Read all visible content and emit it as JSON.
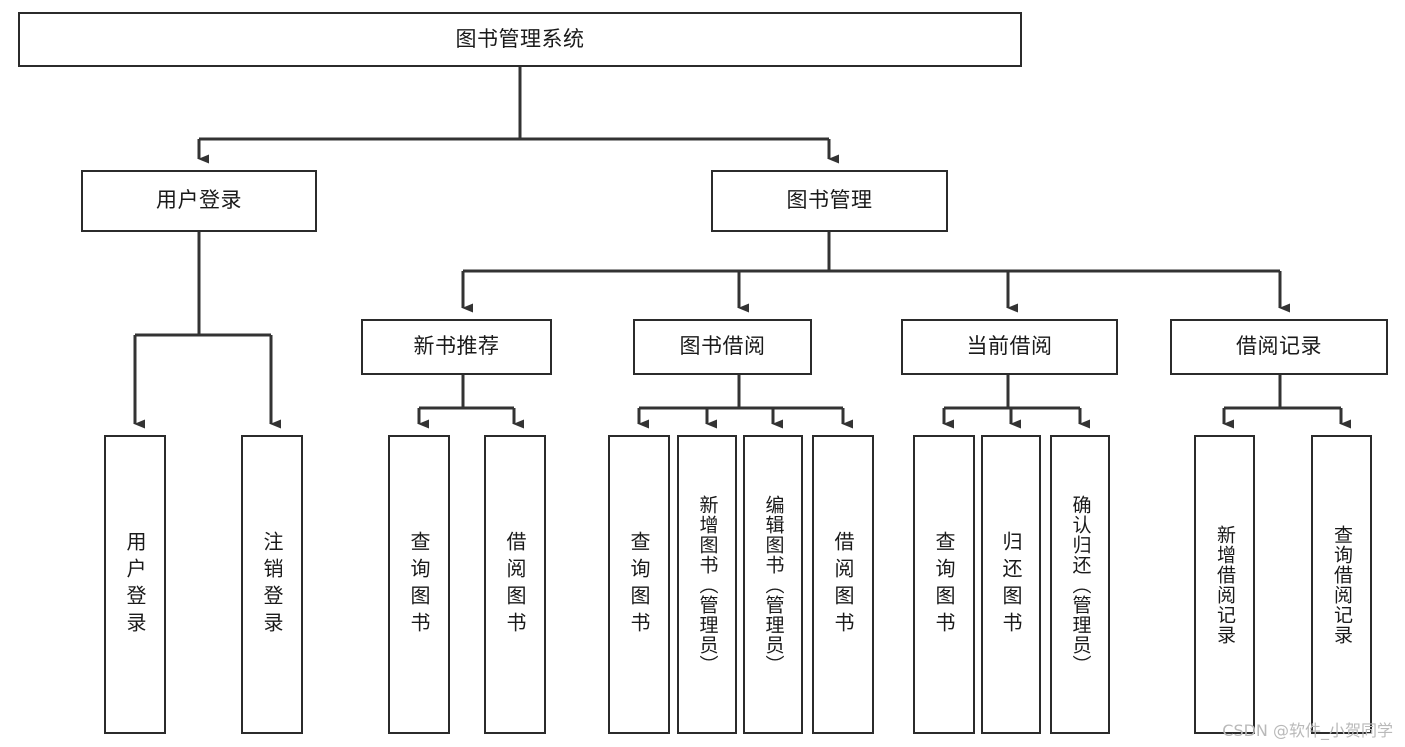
{
  "diagram": {
    "type": "tree",
    "title": "图书管理系统",
    "watermark": "CSDN @软件_小贺同学",
    "colors": {
      "box_border": "#2b2b2b",
      "box_fill": "#ffffff",
      "connector": "#333333",
      "text": "#1a1a1a",
      "watermark": "#b9b9b9"
    },
    "levels": {
      "root": {
        "label": "图书管理系统"
      },
      "level2": [
        {
          "id": "user-login",
          "label": "用户登录"
        },
        {
          "id": "book-management",
          "label": "图书管理"
        }
      ],
      "level3": [
        {
          "id": "new-book-recommend",
          "label": "新书推荐"
        },
        {
          "id": "book-borrow",
          "label": "图书借阅"
        },
        {
          "id": "current-borrow",
          "label": "当前借阅"
        },
        {
          "id": "borrow-record",
          "label": "借阅记录"
        }
      ],
      "leaves": {
        "user-login": [
          {
            "id": "leaf-user-login",
            "label": "用户登录"
          },
          {
            "id": "leaf-logout",
            "label": "注销登录"
          }
        ],
        "new-book-recommend": [
          {
            "id": "leaf-query-book-1",
            "label": "查询图书"
          },
          {
            "id": "leaf-borrow-book-1",
            "label": "借阅图书"
          }
        ],
        "book-borrow": [
          {
            "id": "leaf-query-book-2",
            "label": "查询图书"
          },
          {
            "id": "leaf-add-book",
            "label": "新增图书（管理员）"
          },
          {
            "id": "leaf-edit-book",
            "label": "编辑图书（管理员）"
          },
          {
            "id": "leaf-borrow-book-2",
            "label": "借阅图书"
          }
        ],
        "current-borrow": [
          {
            "id": "leaf-query-book-3",
            "label": "查询图书"
          },
          {
            "id": "leaf-return-book",
            "label": "归还图书"
          },
          {
            "id": "leaf-confirm-return",
            "label": "确认归还（管理员）"
          }
        ],
        "borrow-record": [
          {
            "id": "leaf-add-record",
            "label": "新增借阅记录"
          },
          {
            "id": "leaf-query-record",
            "label": "查询借阅记录"
          }
        ]
      }
    }
  }
}
